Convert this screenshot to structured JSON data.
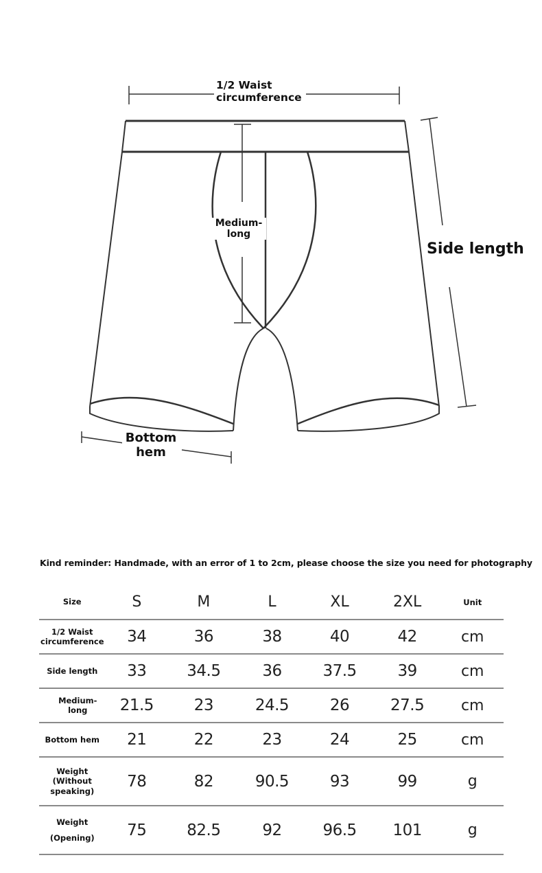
{
  "diagram": {
    "labels": {
      "waist_line1": "1/2 Waist",
      "waist_line2": "circumference",
      "medium_line1": "Medium-",
      "medium_line2": "long",
      "side_length": "Side length",
      "hem_line1": "Bottom",
      "hem_line2": "hem"
    },
    "line_color": "#333333"
  },
  "reminder": "Kind reminder: Handmade, with an error of 1 to 2cm, please choose the size you need for photography",
  "table": {
    "header": {
      "label": "Size",
      "sizes": [
        "S",
        "M",
        "L",
        "XL",
        "2XL"
      ],
      "unit": "Unit"
    },
    "rows": [
      {
        "label_line1": "1/2 Waist",
        "label_line2": "circumference",
        "values": [
          "34",
          "36",
          "38",
          "40",
          "42"
        ],
        "unit": "cm"
      },
      {
        "label_line1": "Side length",
        "label_line2": "",
        "values": [
          "33",
          "34.5",
          "36",
          "37.5",
          "39"
        ],
        "unit": "cm"
      },
      {
        "label_line1": "Medium-",
        "label_line2": "long",
        "values": [
          "21.5",
          "23",
          "24.5",
          "26",
          "27.5"
        ],
        "unit": "cm"
      },
      {
        "label_line1": "Bottom hem",
        "label_line2": "",
        "values": [
          "21",
          "22",
          "23",
          "24",
          "25"
        ],
        "unit": "cm"
      },
      {
        "label_line1": "Weight",
        "label_line2": "(Without",
        "label_line3": "speaking)",
        "values": [
          "78",
          "82",
          "90.5",
          "93",
          "99"
        ],
        "unit": "g"
      },
      {
        "label_line1": "Weight",
        "label_line2": "(Opening)",
        "values": [
          "75",
          "82.5",
          "92",
          "96.5",
          "101"
        ],
        "unit": "g"
      }
    ],
    "border_color": "#8a8a8a"
  }
}
